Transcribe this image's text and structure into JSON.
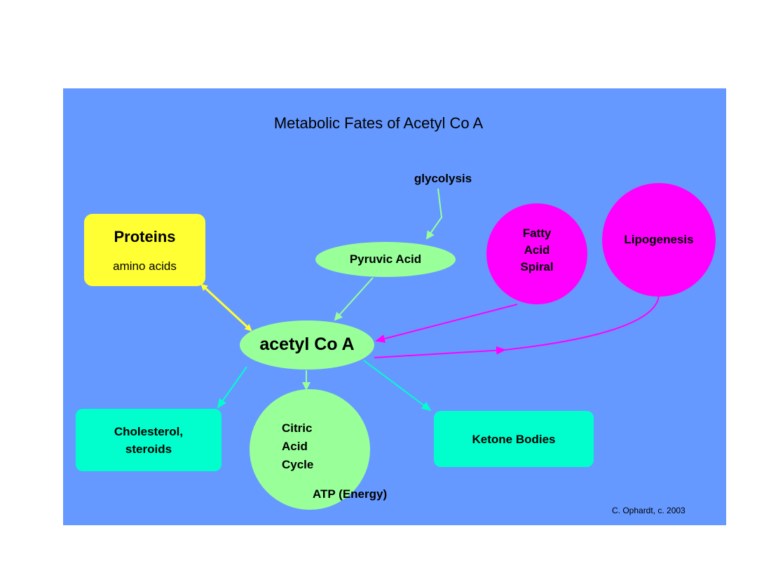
{
  "title": "Metabolic Fates of Acetyl Co A",
  "nodes": {
    "glycolysis": "glycolysis",
    "pyruvic_acid": "Pyruvic Acid",
    "proteins": "Proteins",
    "amino_acids": "amino acids",
    "fatty_acid_spiral": [
      "Fatty",
      "Acid",
      "Spiral"
    ],
    "lipogenesis": "Lipogenesis",
    "acetyl_coa": "acetyl Co A",
    "cholesterol": [
      "Cholesterol,",
      "steroids"
    ],
    "citric_acid_cycle": [
      "Citric",
      "Acid",
      "Cycle"
    ],
    "atp": "ATP (Energy)",
    "ketone_bodies": "Ketone Bodies"
  },
  "credit": "C. Ophardt, c. 2003",
  "colors": {
    "panel": "#6699ff",
    "proteins_box": "#ffff33",
    "green_nodes": "#99ff99",
    "magenta_nodes": "#ff00ff",
    "cyan_boxes": "#00ffcc",
    "yellow_arrow": "#ffff33",
    "green_arrow": "#99ff99",
    "magenta_arrow": "#ff00ff",
    "cyan_arrow": "#00ffcc"
  }
}
